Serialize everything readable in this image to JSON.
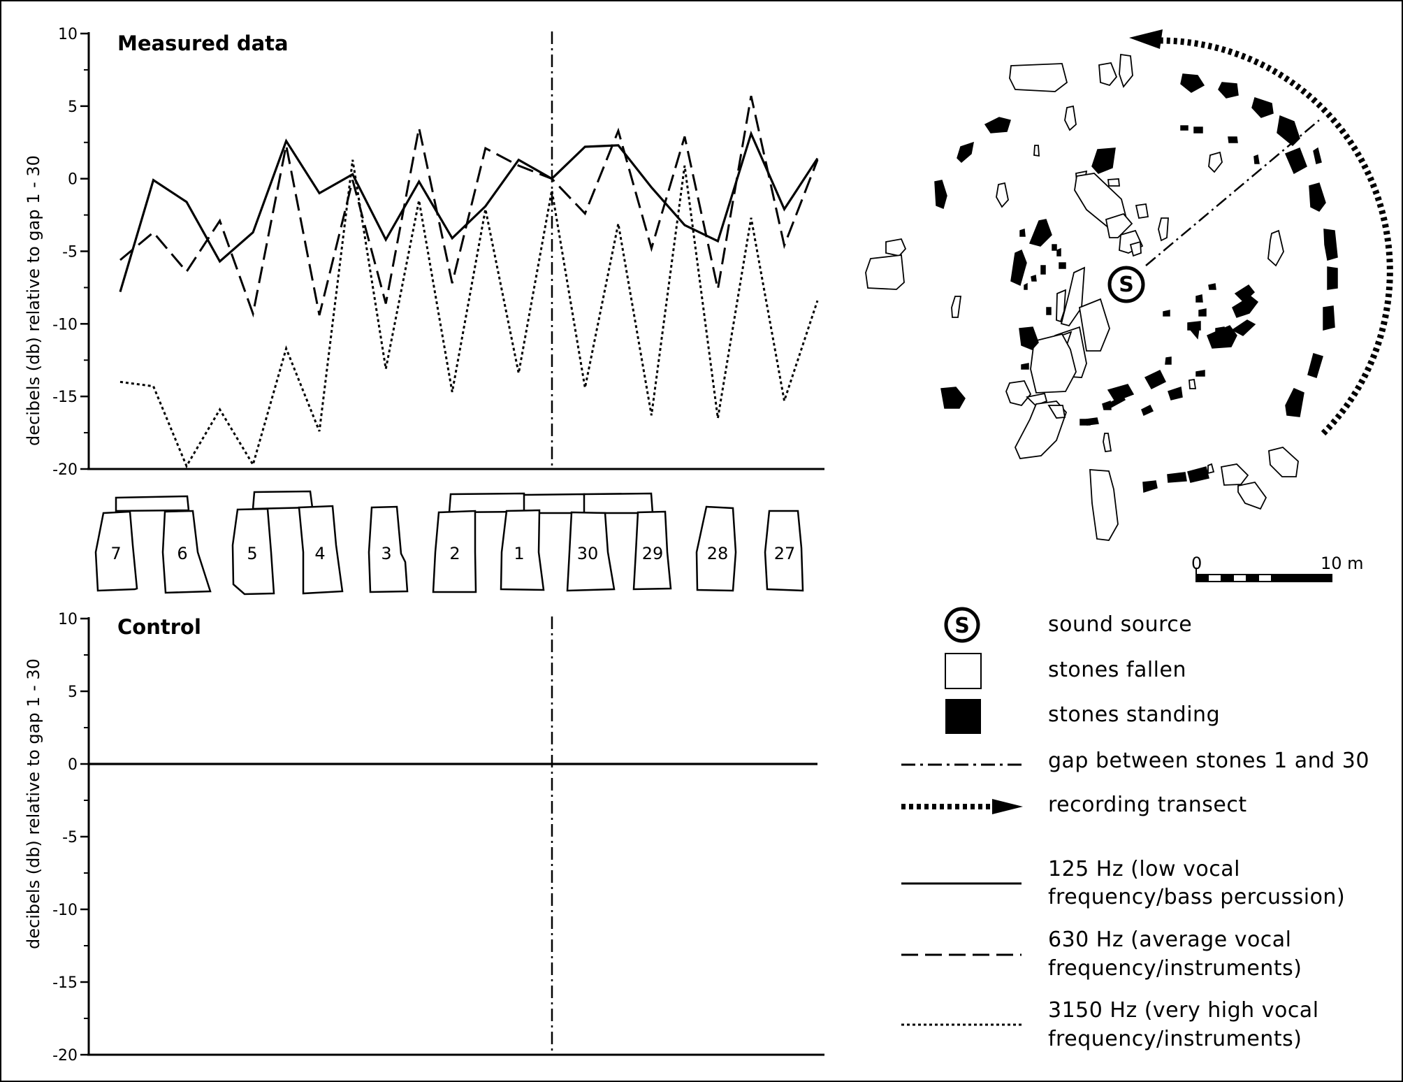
{
  "chart_data": [
    {
      "type": "line",
      "title": "Measured data",
      "ylabel": "decibels (db) relative to gap 1 - 30",
      "ylim": [
        -20,
        10
      ],
      "yticks": [
        10,
        5,
        0,
        -5,
        -10,
        -15,
        -20
      ],
      "x_categories": [
        "7",
        "6",
        "5",
        "4",
        "3",
        "2",
        "1",
        "30",
        "29",
        "28",
        "27"
      ],
      "reference_line": "gap between stones 1 and 30",
      "series": [
        {
          "name": "125 Hz (low vocal frequency/bass percussion)",
          "style": "solid",
          "values": [
            -7.8,
            -0.1,
            -1.6,
            -5.7,
            -3.7,
            2.6,
            -1.0,
            0.3,
            -4.2,
            -0.2,
            -4.1,
            -1.9,
            1.3,
            0.0,
            2.2,
            2.3,
            -0.6,
            -3.2,
            -4.3,
            3.1,
            -2.1,
            1.4
          ]
        },
        {
          "name": "630 Hz (average vocal frequency/instruments)",
          "style": "dashed",
          "values": [
            -5.6,
            -3.7,
            -6.4,
            -2.9,
            -9.3,
            2.3,
            -9.4,
            -0.1,
            -8.6,
            3.5,
            -7.2,
            2.1,
            0.9,
            0.0,
            -2.4,
            3.3,
            -4.8,
            2.9,
            -7.6,
            5.7,
            -4.6,
            1.3
          ]
        },
        {
          "name": "3150 Hz (very high vocal frequency/instruments)",
          "style": "dotted",
          "values": [
            -14.0,
            -14.3,
            -19.8,
            -15.9,
            -19.7,
            -11.7,
            -17.4,
            1.3,
            -13.1,
            -1.5,
            -14.7,
            -2.1,
            -13.4,
            -0.8,
            -14.4,
            -3.1,
            -16.3,
            0.9,
            -16.5,
            -2.7,
            -15.3,
            -8.4
          ]
        }
      ]
    },
    {
      "type": "line",
      "title": "Control",
      "ylabel": "decibels (db) relative to gap 1 - 30",
      "ylim": [
        -20,
        10
      ],
      "yticks": [
        10,
        5,
        0,
        -5,
        -10,
        -15,
        -20
      ],
      "series": [
        {
          "name": "125 Hz (low vocal frequency/bass percussion)",
          "style": "solid",
          "values": [
            0,
            0
          ]
        },
        {
          "name": "630 Hz (average vocal frequency/instruments)",
          "style": "dashed",
          "values": [
            0,
            0
          ]
        },
        {
          "name": "3150 Hz (very high vocal frequency/instruments)",
          "style": "dotted",
          "values": [
            0,
            0
          ]
        }
      ]
    }
  ],
  "stones": [
    "7",
    "6",
    "5",
    "4",
    "3",
    "2",
    "1",
    "30",
    "29",
    "28",
    "27"
  ],
  "map": {
    "source_marker": "S",
    "scale": {
      "start": "0",
      "end": "10 m"
    }
  },
  "legend": {
    "sound_source": "sound source",
    "stones_fallen": "stones fallen",
    "stones_standing": "stones standing",
    "gap": "gap between stones 1 and 30",
    "transect": "recording transect",
    "s125_line1": "125 Hz (low vocal",
    "s125_line2": "frequency/bass percussion)",
    "s630_line1": "630 Hz (average vocal",
    "s630_line2": "frequency/instruments)",
    "s3150_line1": "3150 Hz (very high vocal",
    "s3150_line2": "frequency/instruments)",
    "marker_letter": "S"
  },
  "colors": {
    "ink": "#000000",
    "paper": "#ffffff"
  }
}
